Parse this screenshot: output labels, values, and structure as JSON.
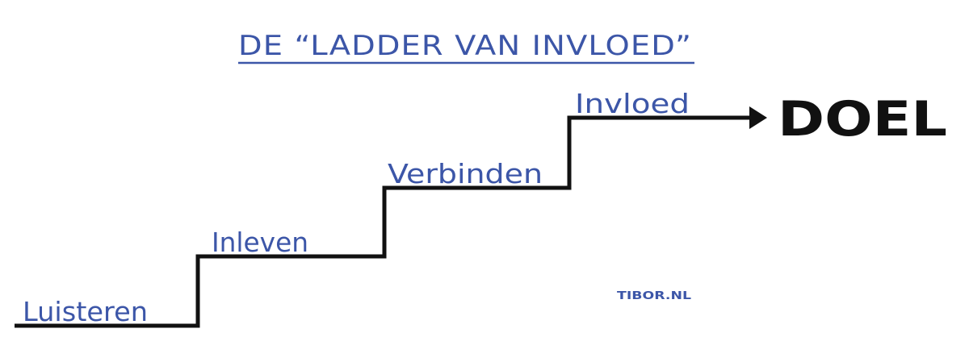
{
  "title": "DE “LADDER VAN INVLOED”",
  "steps": [
    "Luisteren",
    "Inleven",
    "Verbinden",
    "Invloed"
  ],
  "goal": "DOEL",
  "signature": "TIBOR.NL",
  "colors": {
    "ink_blue": "#3c56a8",
    "ink_black": "#111111"
  }
}
